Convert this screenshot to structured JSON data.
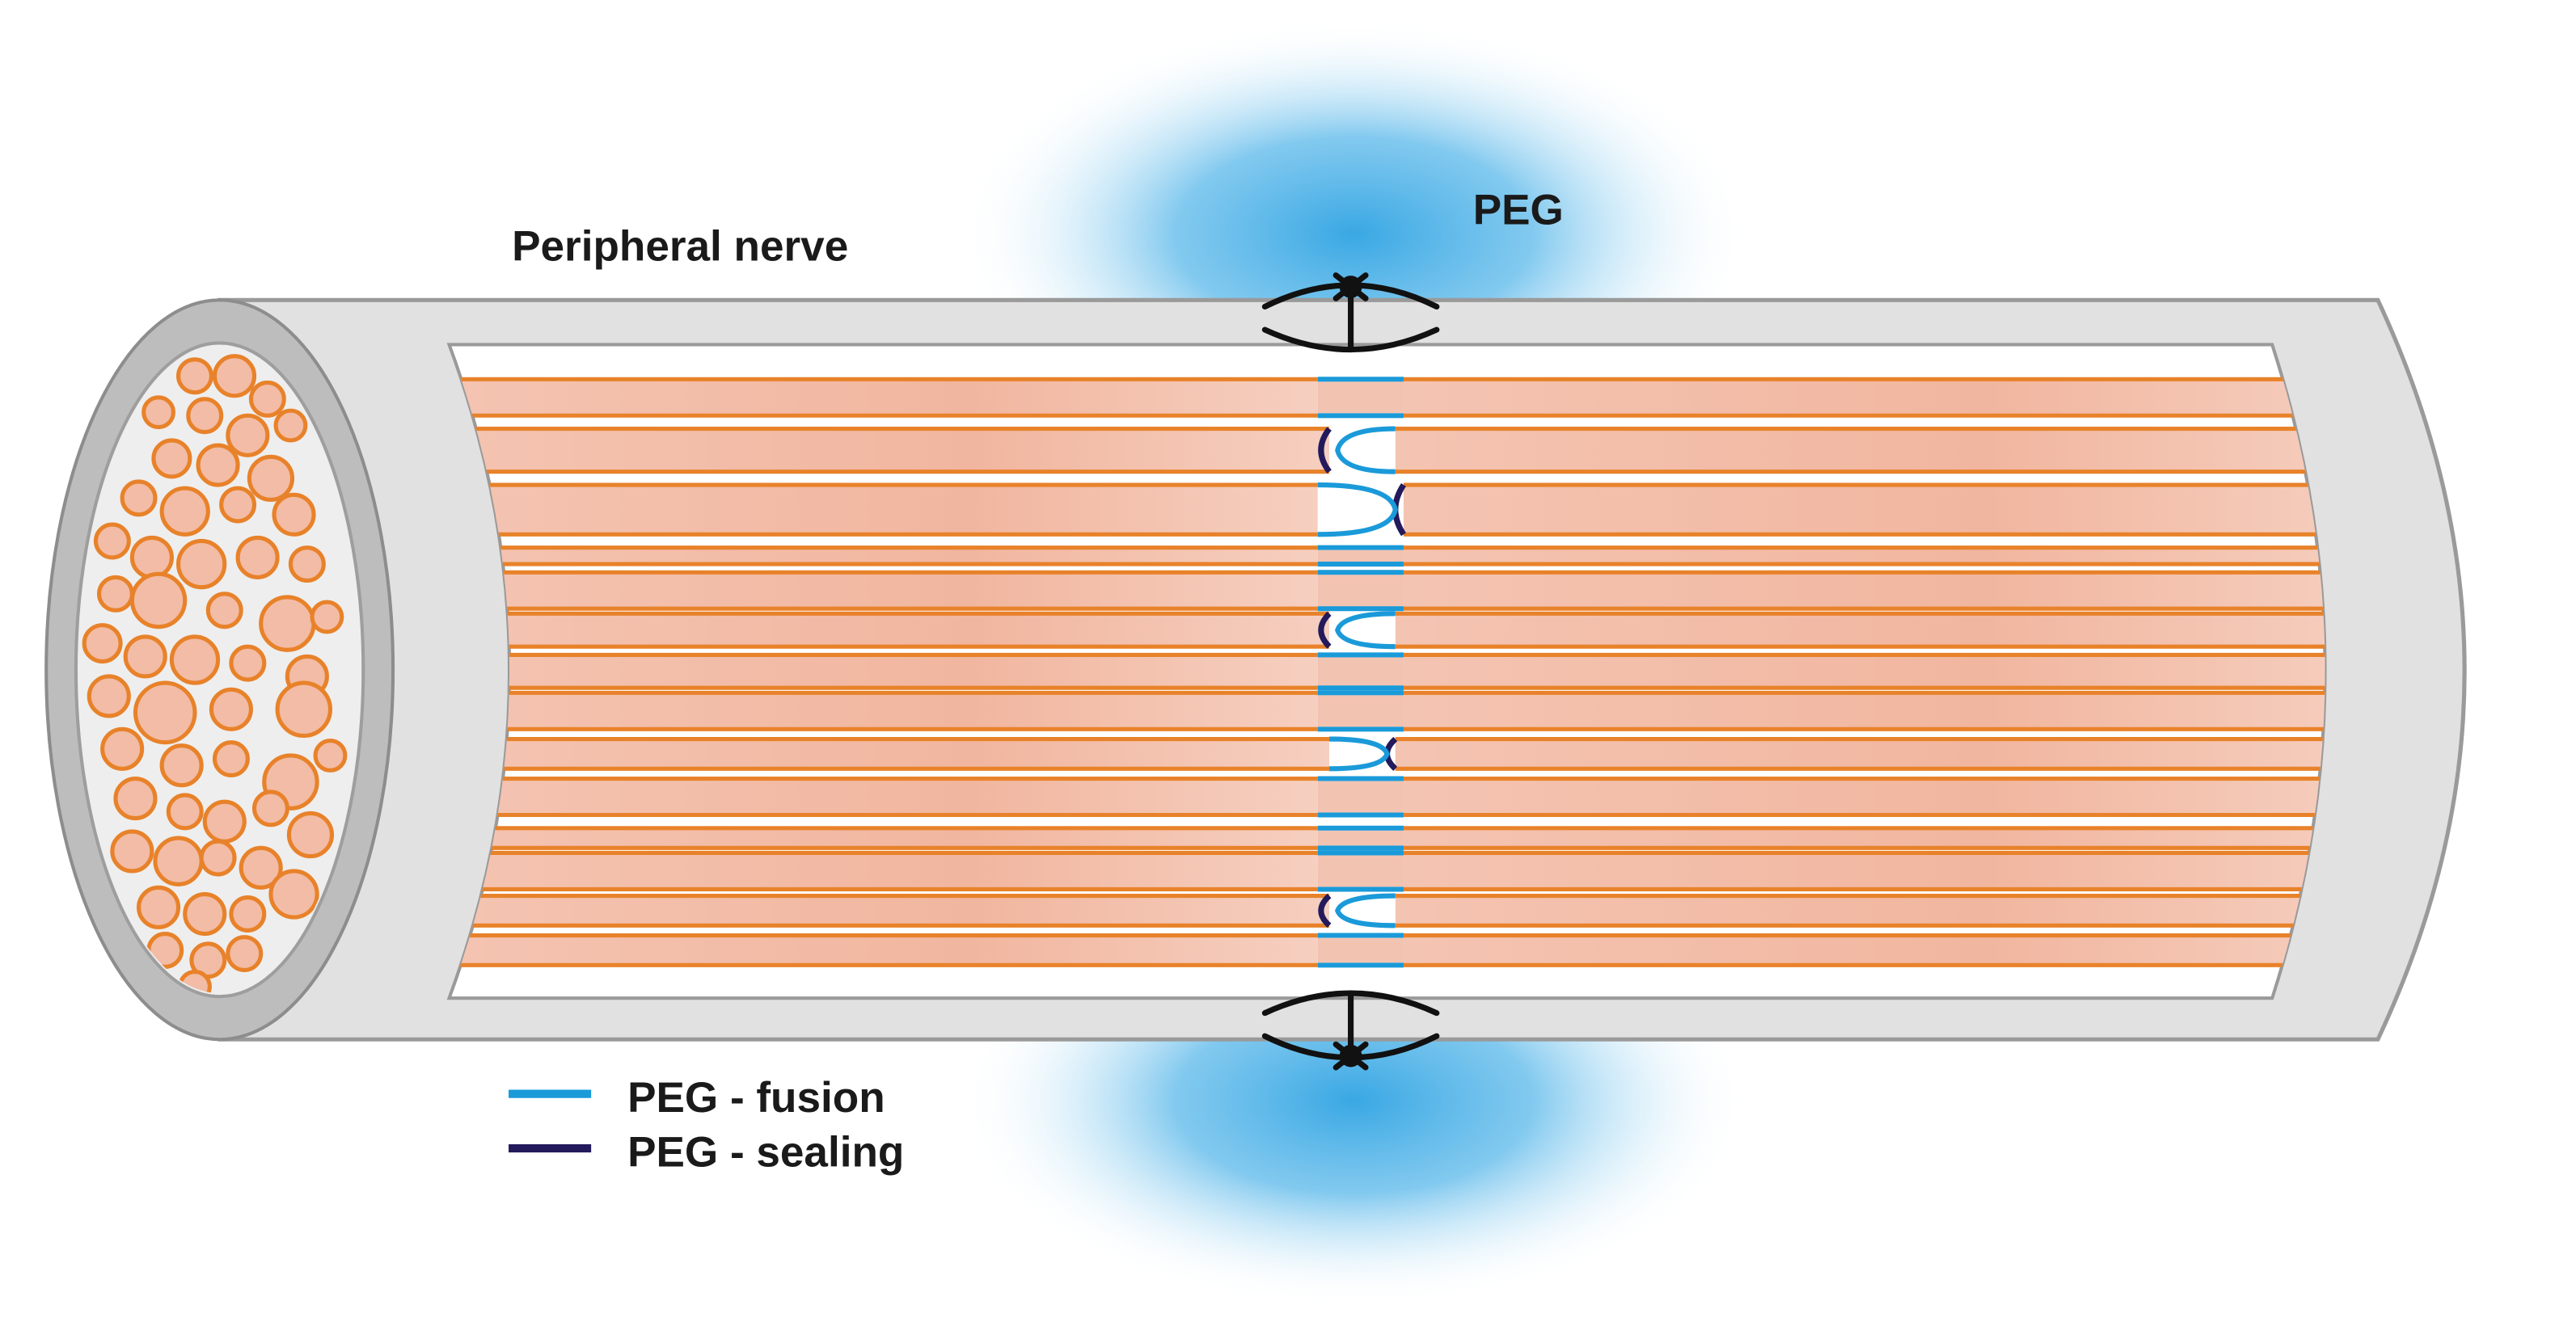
{
  "labels": {
    "nerve": "Peripheral nerve",
    "peg": "PEG"
  },
  "legend": [
    {
      "label": "PEG - fusion",
      "color": "#1a9ad9"
    },
    {
      "label": "PEG - sealing",
      "color": "#231a5c"
    }
  ],
  "colors": {
    "axon_stroke": "#e8822a",
    "axon_fill": "#f3b8a0",
    "sheath": "#e1e1e1",
    "sheath_stroke": "#9a9a9a",
    "peg_glow": "#3aa8e4",
    "suture": "#111111"
  },
  "icons": [
    "suture-icon"
  ]
}
